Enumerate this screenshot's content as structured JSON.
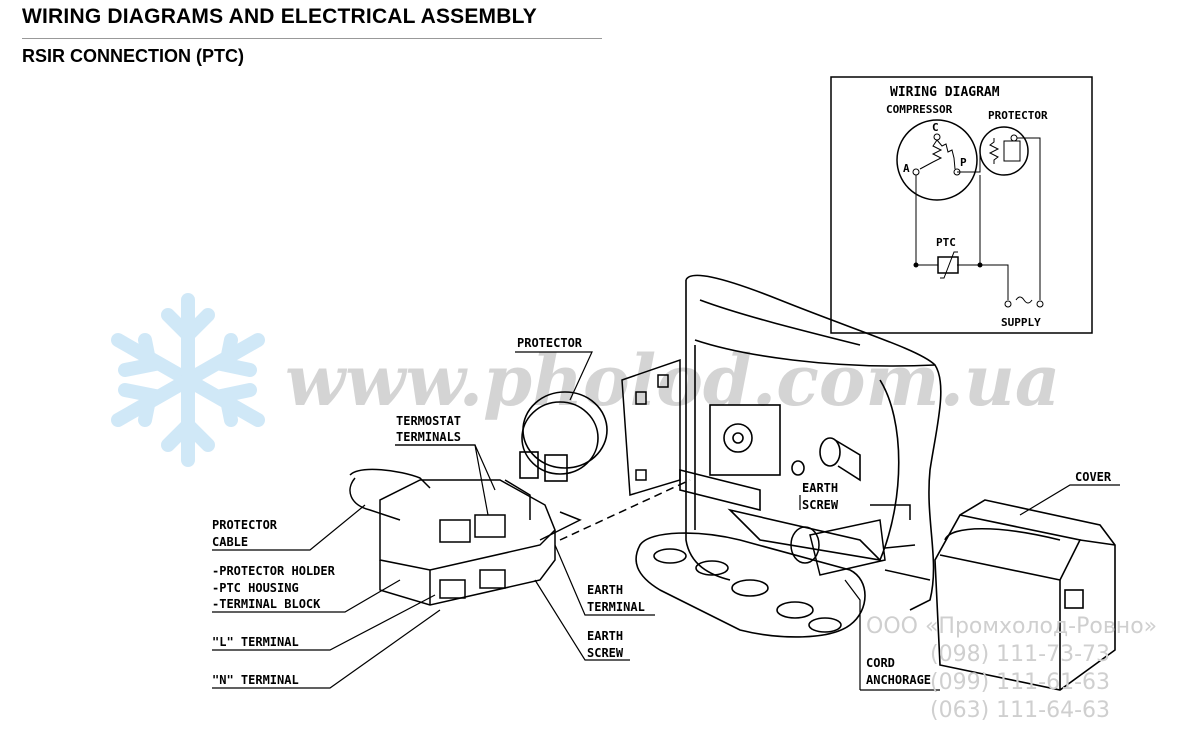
{
  "header": {
    "title": "WIRING DIAGRAMS AND ELECTRICAL ASSEMBLY",
    "subtitle": "RSIR CONNECTION (PTC)"
  },
  "wiring_diagram": {
    "title": "WIRING DIAGRAM",
    "compressor": "COMPRESSOR",
    "protector": "PROTECTOR",
    "terminal_c": "C",
    "terminal_a": "A",
    "terminal_p": "P",
    "ptc": "PTC",
    "supply": "SUPPLY"
  },
  "labels": {
    "protector": "PROTECTOR",
    "termostat_1": "TERMOSTAT",
    "termostat_2": "TERMINALS",
    "protector_cable_1": "PROTECTOR",
    "protector_cable_2": "CABLE",
    "holder_1": "-PROTECTOR HOLDER",
    "holder_2": "-PTC HOUSING",
    "holder_3": "-TERMINAL BLOCK",
    "l_terminal": "\"L\" TERMINAL",
    "n_terminal": "\"N\" TERMINAL",
    "earth_terminal_1": "EARTH",
    "earth_terminal_2": "TERMINAL",
    "earth_screw_1": "EARTH",
    "earth_screw_2": "SCREW",
    "earth_screw_top_1": "EARTH",
    "earth_screw_top_2": "SCREW",
    "cover": "COVER",
    "cord_1": "CORD",
    "cord_2": "ANCHORAGE"
  },
  "watermark": {
    "site": "www.pholod.com.ua",
    "company": "ООО «Промхолод-Ровно»",
    "phone_1": "(098) 111-73-73",
    "phone_2": "(099) 111-61-63",
    "phone_3": "(063) 111-64-63"
  }
}
